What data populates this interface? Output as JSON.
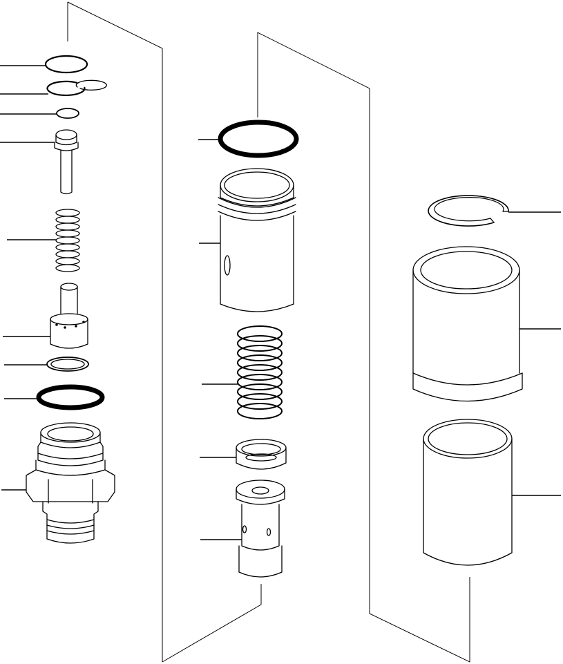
{
  "diagram": {
    "kind": "exploded-parts-view",
    "line_color": "#000000",
    "background": "#ffffff",
    "groups": [
      {
        "id": "left-group",
        "parts": [
          "o-ring-top",
          "snap-ring-top",
          "small-o-ring",
          "poppet-pin",
          "spring-small",
          "valve-seat",
          "backup-ring",
          "o-ring-large",
          "plug-body-hex"
        ]
      },
      {
        "id": "center-group",
        "parts": [
          "o-ring-center",
          "sleeve-threaded",
          "spring-large",
          "ring-seat",
          "spool-valve"
        ]
      },
      {
        "id": "right-group",
        "parts": [
          "snap-ring-right",
          "housing-flanged",
          "liner-cylinder"
        ]
      }
    ]
  }
}
